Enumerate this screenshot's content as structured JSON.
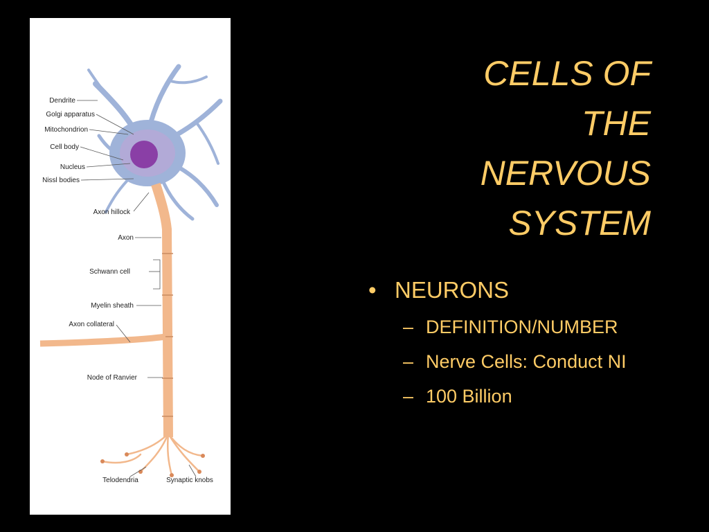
{
  "slide": {
    "title_lines": [
      "CELLS OF",
      "THE",
      "NERVOUS",
      "SYSTEM"
    ],
    "bullet": {
      "marker": "•",
      "text": "NEURONS"
    },
    "sub_bullets": [
      {
        "marker": "–",
        "text": "DEFINITION/NUMBER"
      },
      {
        "marker": "–",
        "text": "Nerve Cells: Conduct NI"
      },
      {
        "marker": "–",
        "text": "100 Billion"
      }
    ]
  },
  "figure": {
    "labels": {
      "dendrite": "Dendrite",
      "golgi": "Golgi apparatus",
      "mitochondrion": "Mitochondrion",
      "cell_body": "Cell body",
      "nucleus": "Nucleus",
      "nissl": "Nissl bodies",
      "axon_hillock": "Axon hillock",
      "axon": "Axon",
      "schwann": "Schwann cell",
      "myelin": "Myelin sheath",
      "axon_collateral": "Axon collateral",
      "ranvier": "Node of Ranvier",
      "telodendria": "Telodendria",
      "synaptic_knobs": "Synaptic knobs"
    },
    "colors": {
      "cell_body": "#9fb3d9",
      "nucleus": "#8a3fa6",
      "myelin": "#f2b88c",
      "background": "#ffffff"
    }
  }
}
